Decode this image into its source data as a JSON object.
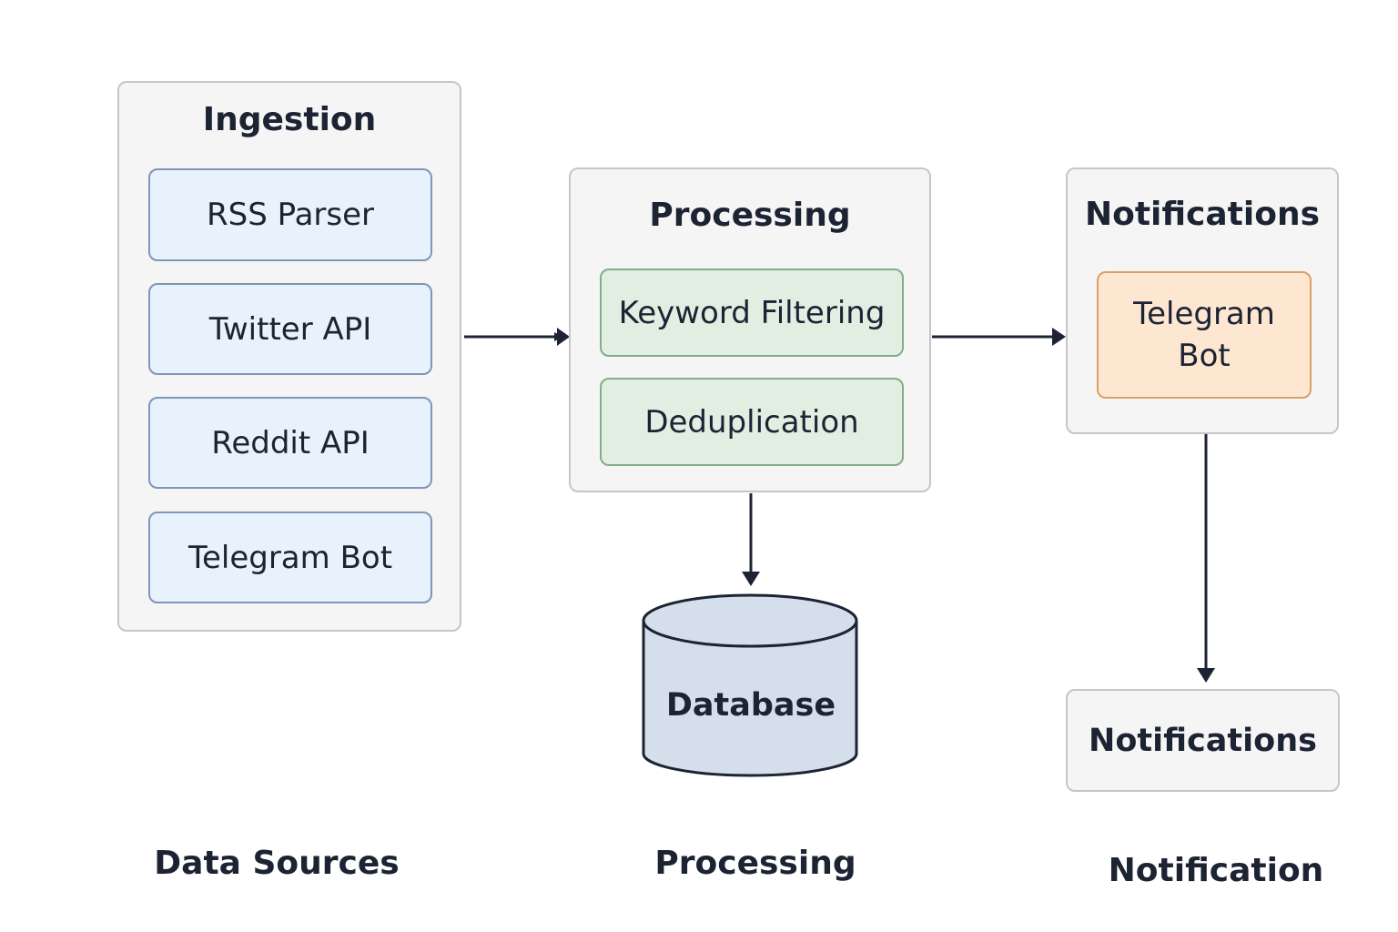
{
  "ingestion": {
    "title": "Ingestion",
    "items": [
      {
        "label": "RSS Parser"
      },
      {
        "label": "Twitter API"
      },
      {
        "label": "Reddit API"
      },
      {
        "label": "Telegram Bot"
      }
    ]
  },
  "processing": {
    "title": "Processing",
    "items": [
      {
        "label": "Keyword Filtering"
      },
      {
        "label": "Deduplication"
      }
    ]
  },
  "notifications": {
    "title": "Notifications",
    "item_line1": "Telegram",
    "item_line2": "Bot"
  },
  "database": {
    "label": "Database"
  },
  "notifications_output": {
    "label": "Notifications"
  },
  "bottom_labels": {
    "data_sources": "Data Sources",
    "processing": "Processing",
    "notification": "Notification"
  },
  "colors": {
    "group_bg": "#f5f5f5",
    "source_fill": "#e8f2fc",
    "process_fill": "#e1efe2",
    "notify_fill": "#fde7d1",
    "database_fill": "#d5deeb",
    "arrow": "#1c2333"
  }
}
